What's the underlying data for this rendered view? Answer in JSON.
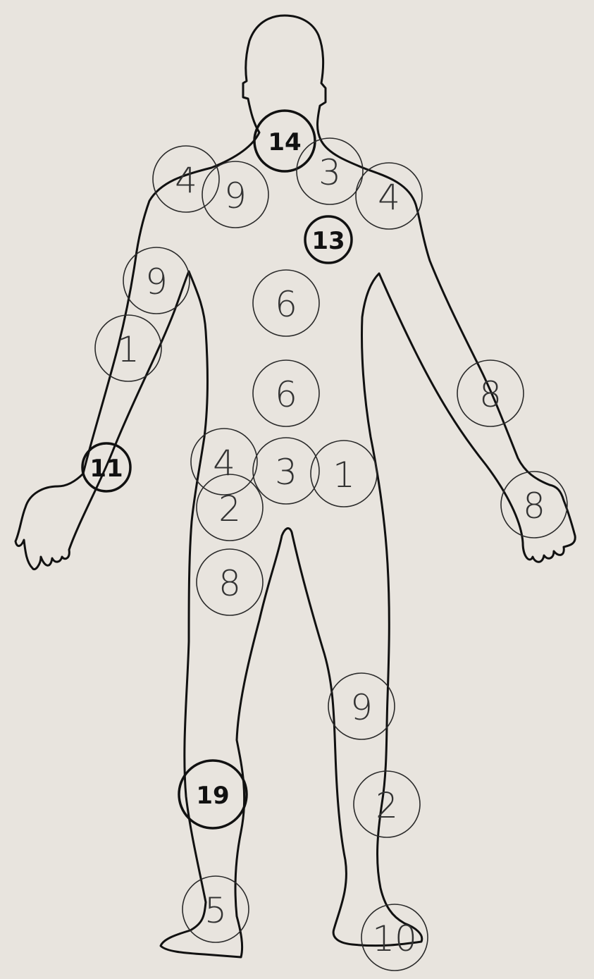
{
  "diagram": {
    "markers": [
      {
        "id": "neck",
        "label": "14",
        "style": "bold"
      },
      {
        "id": "left-shoulder",
        "label": "4",
        "style": "thin"
      },
      {
        "id": "left-upper-trap",
        "label": "9",
        "style": "thin"
      },
      {
        "id": "right-upper-trap",
        "label": "3",
        "style": "thin"
      },
      {
        "id": "right-shoulder",
        "label": "4",
        "style": "thin"
      },
      {
        "id": "upper-back",
        "label": "13",
        "style": "bold"
      },
      {
        "id": "left-upper-arm",
        "label": "9",
        "style": "thin"
      },
      {
        "id": "mid-back",
        "label": "6",
        "style": "thin"
      },
      {
        "id": "left-elbow",
        "label": "1",
        "style": "thin"
      },
      {
        "id": "lower-back",
        "label": "6",
        "style": "thin"
      },
      {
        "id": "right-forearm",
        "label": "8",
        "style": "thin"
      },
      {
        "id": "left-wrist",
        "label": "11",
        "style": "bold"
      },
      {
        "id": "left-hip",
        "label": "4",
        "style": "thin"
      },
      {
        "id": "lumbar-center",
        "label": "3",
        "style": "thin"
      },
      {
        "id": "right-hip",
        "label": "1",
        "style": "thin"
      },
      {
        "id": "left-buttock",
        "label": "2",
        "style": "thin"
      },
      {
        "id": "right-hand",
        "label": "8",
        "style": "thin"
      },
      {
        "id": "left-thigh",
        "label": "8",
        "style": "thin"
      },
      {
        "id": "right-knee",
        "label": "9",
        "style": "thin"
      },
      {
        "id": "left-calf",
        "label": "19",
        "style": "bold"
      },
      {
        "id": "right-calf",
        "label": "2",
        "style": "thin"
      },
      {
        "id": "left-ankle",
        "label": "5",
        "style": "thin"
      },
      {
        "id": "right-foot",
        "label": "10",
        "style": "thin"
      }
    ]
  }
}
